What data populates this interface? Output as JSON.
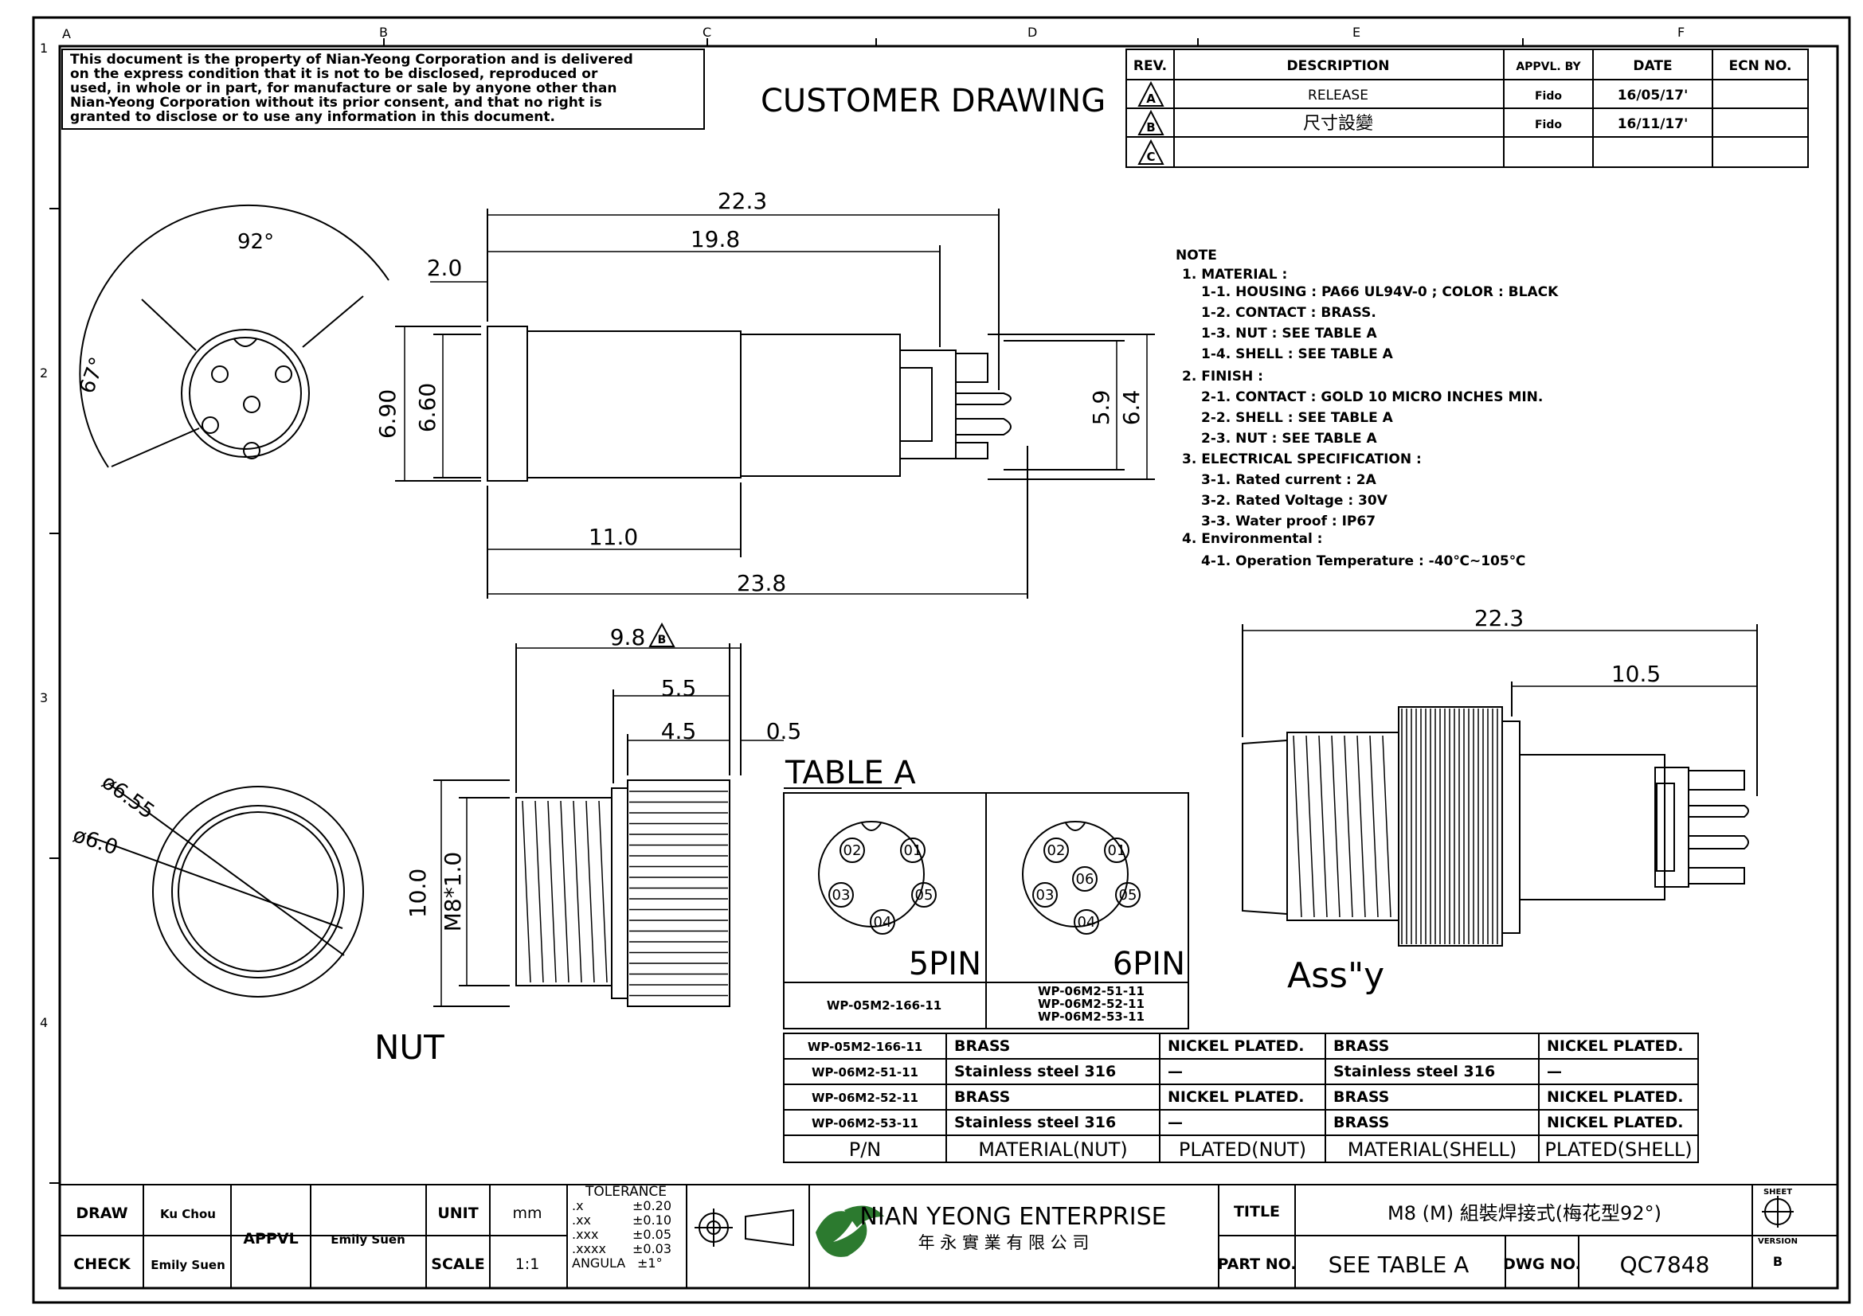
{
  "zones": {
    "cols": [
      "A",
      "B",
      "C",
      "D",
      "E",
      "F"
    ],
    "rows": [
      "1",
      "2",
      "3",
      "4"
    ]
  },
  "notice": [
    "This document is the property of Nian-Yeong Corporation and is delivered",
    "on  the  express condition that it is not to be disclosed, reproduced or",
    "used, in whole or in part, for manufacture or sale by anyone other than",
    "Nian-Yeong Corporation without  its prior consent, and that  no right  is",
    "granted to disclose or to use any information in this  document."
  ],
  "drawing_type": "CUSTOMER  DRAWING",
  "revision_table": {
    "headers": [
      "REV.",
      "DESCRIPTION",
      "APPVL. BY",
      "DATE",
      "ECN NO."
    ],
    "rows": [
      {
        "rev": "A",
        "description": "RELEASE",
        "appvl_by": "Fido",
        "date": "16/05/17'",
        "ecn": ""
      },
      {
        "rev": "B",
        "description": "尺寸設變",
        "appvl_by": "Fido",
        "date": "16/11/17'",
        "ecn": ""
      },
      {
        "rev": "C",
        "description": "",
        "appvl_by": "",
        "date": "",
        "ecn": ""
      }
    ]
  },
  "notes": [
    "NOTE",
    "1. MATERIAL :",
    "1-1. HOUSING : PA66 UL94V-0 ; COLOR : BLACK",
    "1-2. CONTACT : BRASS.",
    "1-3. NUT : SEE TABLE A",
    "1-4. SHELL : SEE TABLE A",
    "2. FINISH :",
    "2-1. CONTACT : GOLD 10 MICRO INCHES MIN.",
    "2-2. SHELL : SEE TABLE A",
    "2-3. NUT : SEE TABLE A",
    "3. ELECTRICAL SPECIFICATION :",
    "3-1. Rated current : 2A",
    "3-2. Rated Voltage : 30V",
    "3-3. Water proof : IP67",
    "4. Environmental :",
    "4-1. Operation Temperature : -40℃~105℃"
  ],
  "dims": {
    "front_angle": "92°",
    "front_angle2": "67°",
    "side_total": "22.3",
    "side_19_8": "19.8",
    "side_2_0": "2.0",
    "side_6_90": "6.90",
    "side_6_60": "6.60",
    "side_5_9": "5.9",
    "side_6_4": "6.4",
    "side_11_0": "11.0",
    "side_23_8": "23.8",
    "nut_9_8": "9.8",
    "nut_9_8_rev": "B",
    "nut_5_5": "5.5",
    "nut_4_5": "4.5",
    "nut_0_5": "0.5",
    "nut_10_0": "10.0",
    "nut_m8": "M8*1.0",
    "nut_d655": "ø6.55",
    "nut_d60": "ø6.0",
    "assy_22_3": "22.3",
    "assy_10_5": "10.5"
  },
  "labels": {
    "nut": "NUT",
    "assy": "Ass\"y",
    "table_a": "TABLE  A"
  },
  "pinouts": [
    {
      "title": "5PIN",
      "pins": [
        "01",
        "02",
        "03",
        "04",
        "05"
      ],
      "parts": [
        "WP-05M2-166-11"
      ]
    },
    {
      "title": "6PIN",
      "pins": [
        "01",
        "02",
        "03",
        "04",
        "05",
        "06"
      ],
      "parts": [
        "WP-06M2-51-11",
        "WP-06M2-52-11",
        "WP-06M2-53-11"
      ]
    }
  ],
  "table_a": {
    "headers": [
      "P/N",
      "MATERIAL(NUT)",
      "PLATED(NUT)",
      "MATERIAL(SHELL)",
      "PLATED(SHELL)"
    ],
    "rows": [
      [
        "WP-05M2-166-11",
        "BRASS",
        "NICKEL PLATED.",
        "BRASS",
        "NICKEL PLATED."
      ],
      [
        "WP-06M2-51-11",
        "Stainless  steel  316",
        "—",
        "Stainless  steel  316",
        "—"
      ],
      [
        "WP-06M2-52-11",
        "BRASS",
        "NICKEL PLATED.",
        "BRASS",
        "NICKEL PLATED."
      ],
      [
        "WP-06M2-53-11",
        "Stainless  steel  316",
        "—",
        "BRASS",
        "NICKEL PLATED."
      ]
    ]
  },
  "title_block": {
    "draw_label": "DRAW",
    "draw_value": "Ku Chou",
    "check_label": "CHECK",
    "check_value": "Emily Suen",
    "appvl_label": "APPVL",
    "appvl_value": "Emily Suen",
    "unit_label": "UNIT",
    "unit_value": "mm",
    "scale_label": "SCALE",
    "scale_value": "1:1",
    "tolerance_title": "TOLERANCE",
    "tolerance": [
      {
        "k": ".x",
        "v": "±0.20"
      },
      {
        "k": ".xx",
        "v": "±0.10"
      },
      {
        "k": ".xxx",
        "v": "±0.05"
      },
      {
        "k": ".xxxx",
        "v": "±0.03"
      },
      {
        "k": "ANGULA",
        "v": "±1°"
      }
    ],
    "company_en": "NIAN YEONG ENTERPRISE",
    "company_zh": "年 永 實 業 有 限 公 司",
    "title_label": "TITLE",
    "title_value": "M8  (M)  組裝焊接式(梅花型92°)",
    "partno_label": "PART NO.",
    "partno_value": "SEE  TABLE  A",
    "dwgno_label": "DWG NO.",
    "dwgno_value": "QC7848",
    "sheet_label": "SHEET",
    "version_label": "VERSION",
    "version_value": "B"
  }
}
